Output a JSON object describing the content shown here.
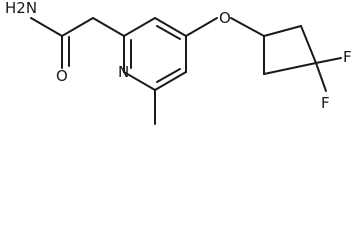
{
  "molecule": {
    "atoms": {
      "amide_nitrogen": "H2N",
      "carbonyl_oxygen": "O",
      "ring_nitrogen": "N",
      "ether_oxygen": "O",
      "fluorine_top": "F",
      "fluorine_bottom": "F"
    },
    "colors": {
      "bond": "#1a1a1a",
      "label": "#1a1a1a",
      "background": "#ffffff"
    }
  }
}
